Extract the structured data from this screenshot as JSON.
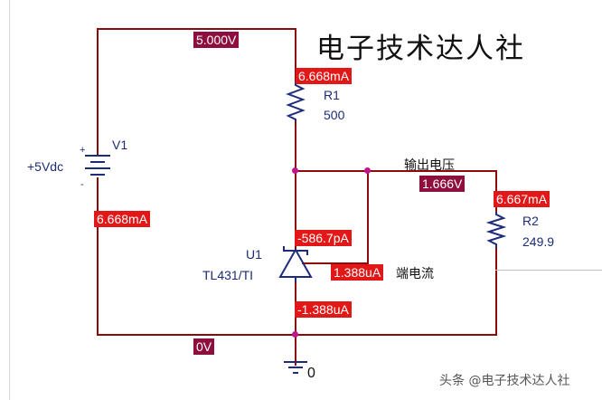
{
  "title": "电子技术达人社",
  "credit": "头条 @电子技术达人社",
  "source": {
    "name": "V1",
    "value": "+5Vdc",
    "plus": "+",
    "minus": "-"
  },
  "r1": {
    "name": "R1",
    "value": "500"
  },
  "r2": {
    "name": "R2",
    "value": "249.9"
  },
  "u1": {
    "name": "U1",
    "part": "TL431/TI"
  },
  "ground": {
    "node": "0"
  },
  "voltages": {
    "top": "5.000V",
    "output": "1.666V",
    "bottom": "0V"
  },
  "currents": {
    "source": "6.668mA",
    "r1": "6.668mA",
    "r2": "6.667mA",
    "u1_cathode": "-586.7pA",
    "u1_ref": "1.388uA",
    "u1_anode": "-1.388uA"
  },
  "annotations": {
    "output_voltage": "输出电压",
    "ref_current": "端电流"
  },
  "colors": {
    "wire": "#8b0a0a",
    "junction": "#c0158c",
    "voltage_tag": "#8e0f3e",
    "current_tag": "#e21717",
    "component": "#1d2b7a"
  }
}
